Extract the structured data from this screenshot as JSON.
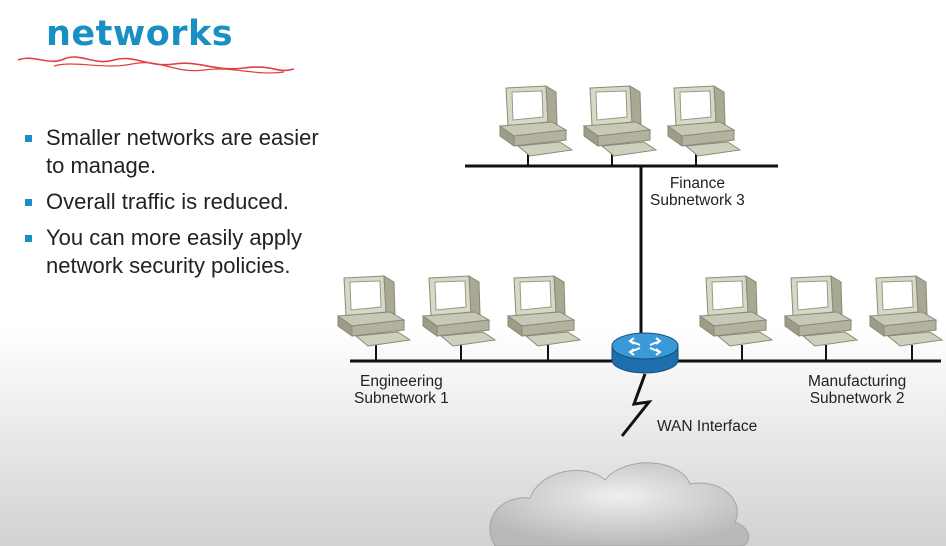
{
  "slide": {
    "title": "networks",
    "bullets": [
      "Smaller networks are easier to manage.",
      "Overall traffic is reduced.",
      "You can more easily apply network security policies."
    ]
  },
  "diagram": {
    "finance": {
      "line1": "Finance",
      "line2": "Subnetwork 3"
    },
    "engineering": {
      "line1": "Engineering",
      "line2": "Subnetwork 1"
    },
    "manufacturing": {
      "line1": "Manufacturing",
      "line2": "Subnetwork 2"
    },
    "wan": "WAN Interface"
  },
  "colors": {
    "accent": "#1a8fc4",
    "router": "#2f8fd0",
    "squiggle": "#e04040"
  }
}
